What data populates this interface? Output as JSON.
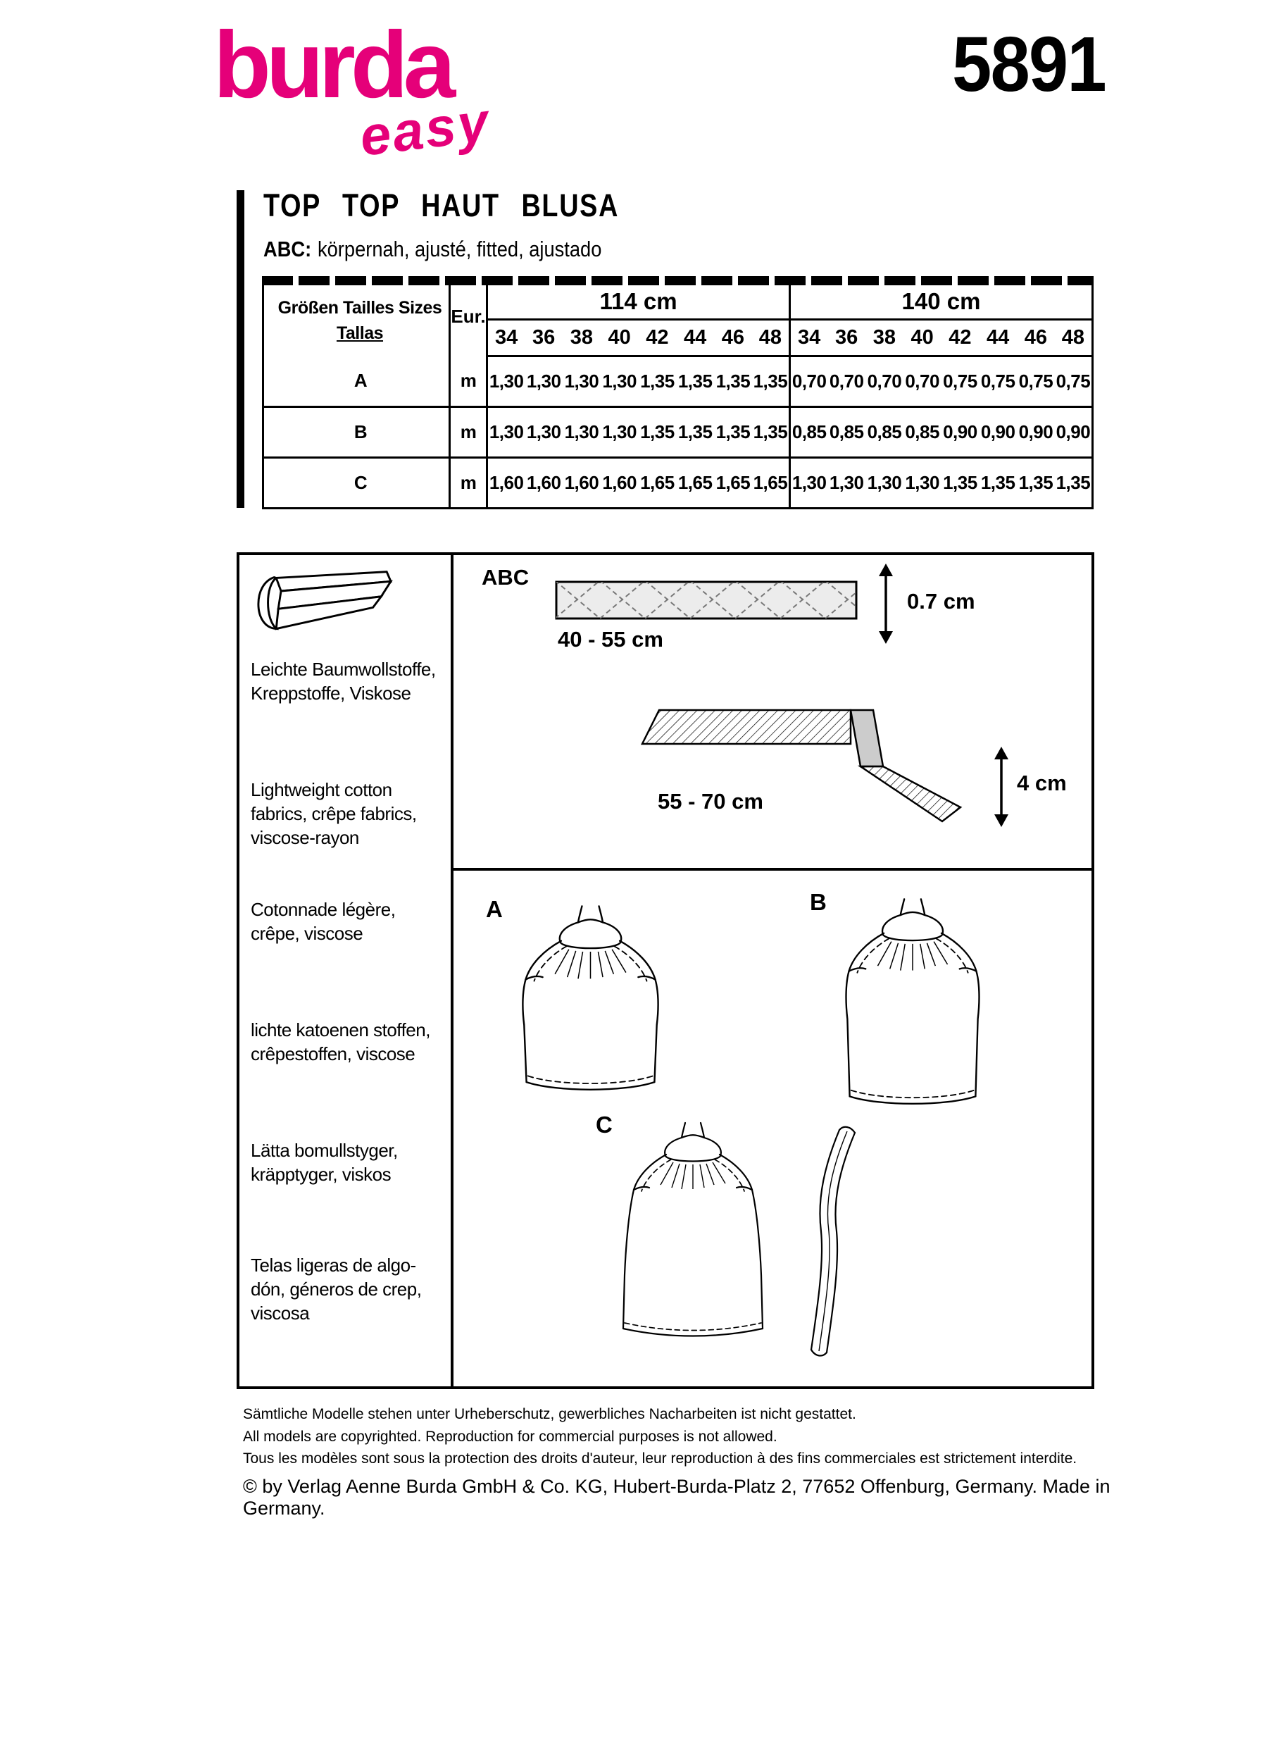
{
  "colors": {
    "brand_pink": "#e50079",
    "ink": "#000000"
  },
  "header": {
    "brand": "burda",
    "brand_script": "easy",
    "pattern_number": "5891"
  },
  "title": {
    "garment": "TOP TOP HAUT BLUSA",
    "views_label": "ABC:",
    "fit": "körpernah, ajusté, fitted, ajustado"
  },
  "size_table": {
    "fabric_widths": [
      "114 cm",
      "140 cm"
    ],
    "size_label_line1": "Größen Tailles Sizes",
    "size_label_line2": "Tallas",
    "eur": "Eur.",
    "unit": "m",
    "sizes": [
      "34",
      "36",
      "38",
      "40",
      "42",
      "44",
      "46",
      "48"
    ],
    "rows": [
      {
        "view": "A",
        "w114": [
          "1,30",
          "1,30",
          "1,30",
          "1,30",
          "1,35",
          "1,35",
          "1,35",
          "1,35"
        ],
        "w140": [
          "0,70",
          "0,70",
          "0,70",
          "0,70",
          "0,75",
          "0,75",
          "0,75",
          "0,75"
        ]
      },
      {
        "view": "B",
        "w114": [
          "1,30",
          "1,30",
          "1,30",
          "1,30",
          "1,35",
          "1,35",
          "1,35",
          "1,35"
        ],
        "w140": [
          "0,85",
          "0,85",
          "0,85",
          "0,85",
          "0,90",
          "0,90",
          "0,90",
          "0,90"
        ]
      },
      {
        "view": "C",
        "w114": [
          "1,60",
          "1,60",
          "1,60",
          "1,60",
          "1,65",
          "1,65",
          "1,65",
          "1,65"
        ],
        "w140": [
          "1,30",
          "1,30",
          "1,30",
          "1,30",
          "1,35",
          "1,35",
          "1,35",
          "1,35"
        ]
      }
    ]
  },
  "fabric_advice": [
    "Leichte Baumwollstoffe,\nKreppstoffe, Viskose",
    "Lightweight cotton\nfabrics, crêpe fabrics,\nviscose-rayon",
    "Cotonnade légère,\ncrêpe, viscose",
    "lichte katoenen stoffen,\ncrêpestoffen, viscose",
    "Lätta bomullstyger,\nkräpptyger, viskos",
    "Telas ligeras de algo-\ndón, géneros de crep,\nviscosa"
  ],
  "notions": {
    "views_label": "ABC",
    "band1_length": "40 - 55 cm",
    "band1_width": "0.7 cm",
    "band2_length": "55 - 70 cm",
    "band2_width": "4 cm"
  },
  "garment_views": {
    "a": "A",
    "b": "B",
    "c": "C"
  },
  "footer": {
    "de": "Sämtliche Modelle stehen unter Urheberschutz, gewerbliches Nacharbeiten ist nicht gestattet.",
    "en": "All models are copyrighted. Reproduction for commercial purposes is not allowed.",
    "fr": "Tous les modèles sont sous la protection des droits d'auteur, leur reproduction à des fins commerciales est strictement interdite.",
    "copyright": "© by Verlag Aenne Burda GmbH & Co. KG, Hubert-Burda-Platz 2, 77652 Offenburg, Germany. Made in Germany."
  }
}
